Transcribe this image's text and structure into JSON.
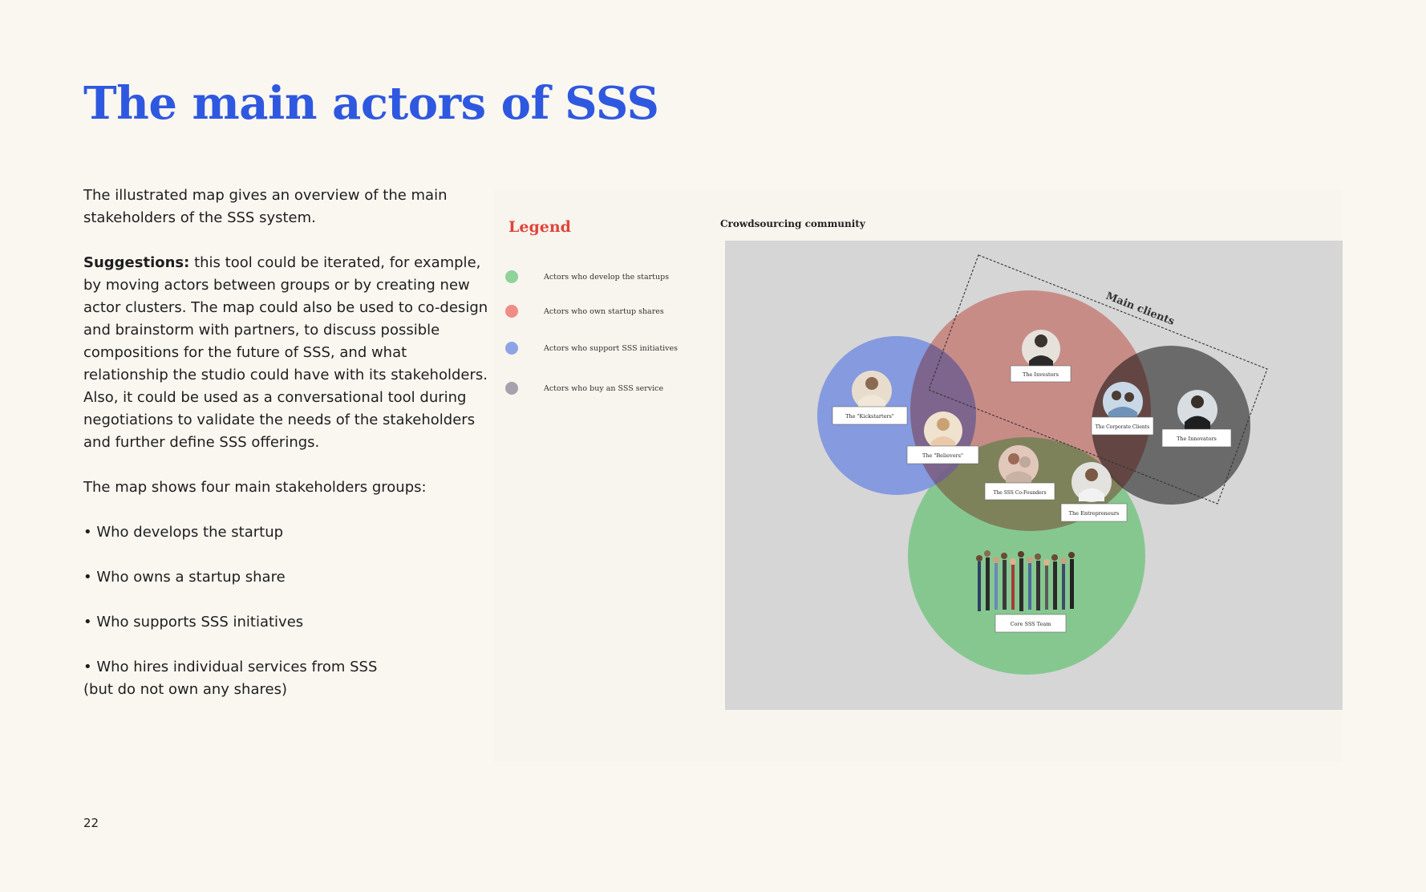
{
  "page": {
    "title": "The main actors of SSS",
    "page_number": "22"
  },
  "body": {
    "intro": "The illustrated map gives an overview of the main stakeholders of the SSS system.",
    "suggestions_label": "Suggestions:",
    "suggestions_text": " this tool could be iterated, for example, by moving actors between groups or by creating new actor clusters. The map could also be used to co-design and brainstorm with partners, to discuss possible compositions for the future of SSS, and what relationship the studio could have with its stakeholders. Also, it could be used as a conversational tool during negotiations to validate the needs of the stakeholders and further define SSS offerings.",
    "groups_intro": "The map shows four main stakeholders groups:",
    "bullets": [
      "• Who develops the startup",
      "• Who owns a startup share",
      "• Who supports SSS initiatives",
      "• Who hires individual services from SSS"
    ],
    "bullet_note": "(but do not own any shares)"
  },
  "legend": {
    "title": "Legend",
    "items": [
      {
        "label": "Actors who develop the startups",
        "color": "#8fd39a"
      },
      {
        "label": "Actors who own startup shares",
        "color": "#ef8c86"
      },
      {
        "label": "Actors who support SSS initiatives",
        "color": "#8ea3e6"
      },
      {
        "label": "Actors who buy an SSS service",
        "color": "#a7a1ae"
      }
    ]
  },
  "diagram": {
    "title": "Crowdsourcing community",
    "main_clients_label": "Main clients",
    "colors": {
      "background": "#d6d6d6",
      "green": "#7fc68a",
      "red": "#e9857d",
      "blue": "#7c93e0",
      "dark": "#5b5b5b"
    },
    "actors": {
      "kickstarters": "The \"Kickstarters\"",
      "believers": "The \"Believers\"",
      "investors": "The Investors",
      "corporate_clients": "The Corporate Clients",
      "innovators": "The Innovators",
      "co_founders": "The SSS Co-Founders",
      "entrepreneurs": "The Entrepreneurs",
      "core_team": "Core SSS Team"
    }
  }
}
